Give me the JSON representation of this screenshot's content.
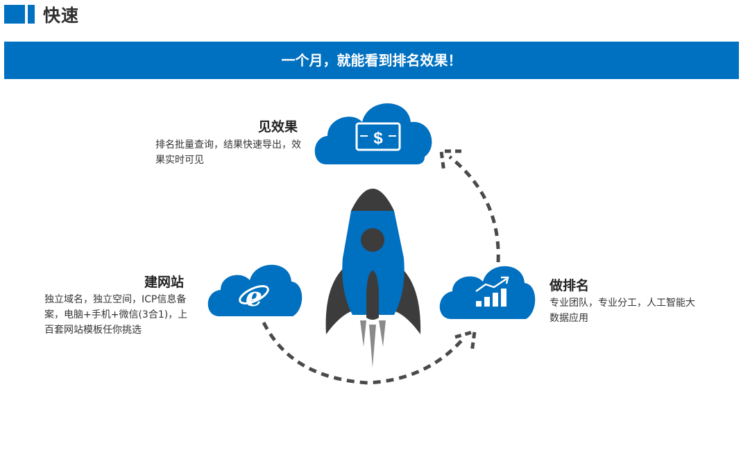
{
  "header": {
    "title": "快速"
  },
  "banner": {
    "text": "一个月，就能看到排名效果！"
  },
  "steps": [
    {
      "title": "见效果",
      "desc": "排名批量查询，结果快速导出，效果实时可见",
      "icon": "money-cloud-icon"
    },
    {
      "title": "建网站",
      "desc": "独立域名，独立空间，ICP信息备案，电脑+手机+微信(3合1)，上百套网站模板任你挑选",
      "icon": "ie-browser-cloud-icon"
    },
    {
      "title": "做排名",
      "desc": "专业团队，专业分工，人工智能大数据应用",
      "icon": "growth-chart-cloud-icon"
    }
  ],
  "colors": {
    "brand": "#0070c0",
    "dark": "#3c3c3c",
    "flame": "#8a8a8a"
  },
  "center": {
    "icon": "rocket-icon"
  }
}
